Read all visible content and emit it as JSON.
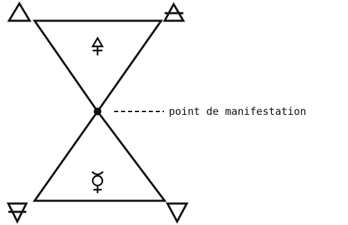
{
  "diagram": {
    "label": "point de manifestation",
    "symbols": {
      "top_left": "fire-element-triangle",
      "top_right": "air-element-triangle",
      "bottom_left": "earth-element-triangle",
      "bottom_right": "water-element-triangle",
      "upper_inner": "sulfur-symbol",
      "lower_inner": "mercury-symbol"
    },
    "colors": {
      "ink": "#111111",
      "background": "#ffffff"
    }
  }
}
